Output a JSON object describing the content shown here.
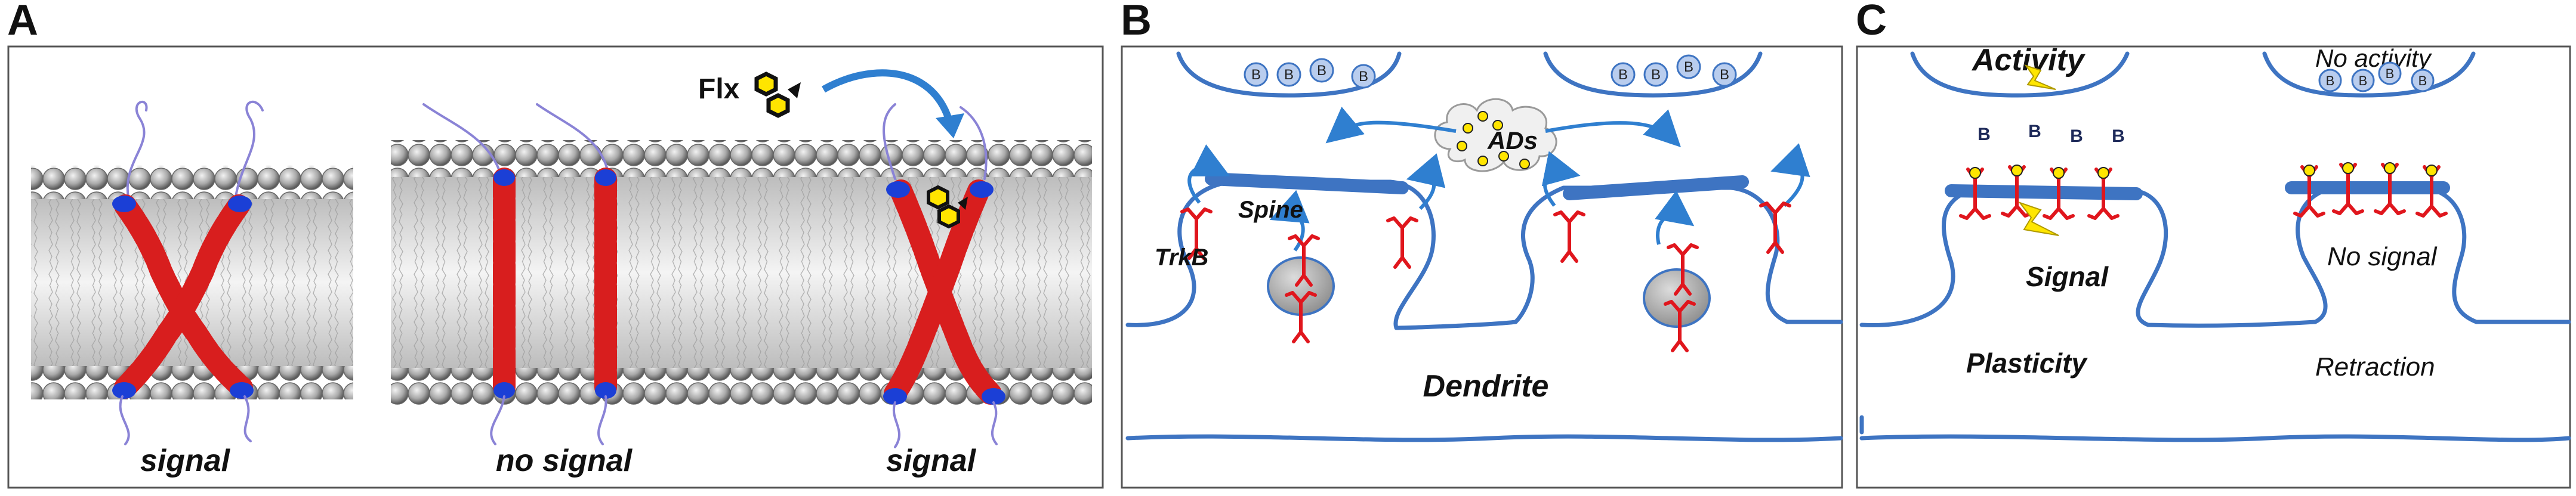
{
  "panels": [
    {
      "letter": "A"
    },
    {
      "letter": "B"
    },
    {
      "letter": "C"
    }
  ],
  "panel_a": {
    "captions": [
      "signal",
      "no signal",
      "signal"
    ],
    "drug_label": "Flx"
  },
  "panel_b": {
    "vesicle_letter": "B",
    "ads_label": "ADs",
    "spine_label": "Spine",
    "trkb_label": "TrkB",
    "dendrite_label": "Dendrite"
  },
  "panel_c": {
    "activity_label": "Activity",
    "no_activity_label": "No activity",
    "released_letter": "B",
    "signal_label": "Signal",
    "no_signal_label": "No signal",
    "plasticity_label": "Plasticity",
    "retraction_label": "Retraction"
  },
  "colors": {
    "membrane_blue": "#3e74c2",
    "helix_red": "#d81e1e",
    "anchor_blue": "#1b3fd6",
    "vesicle_fill": "#b9cdee",
    "ads_yellow": "#ffe500",
    "lightning_yellow": "#ffe600"
  }
}
